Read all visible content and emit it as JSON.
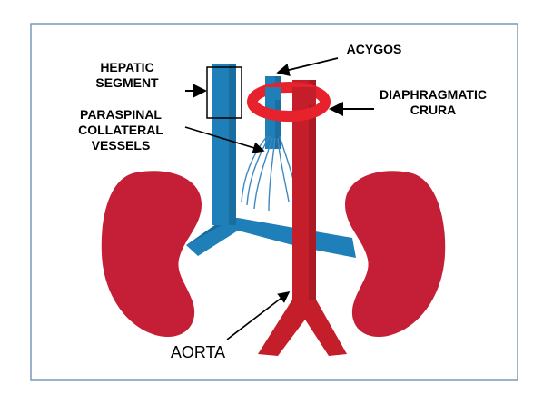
{
  "diagram": {
    "labels": {
      "hepatic_segment": [
        "HEPATIC",
        "SEGMENT"
      ],
      "paraspinal_collateral_vessels": [
        "PARASPINAL",
        "COLLATERAL",
        "VESSELS"
      ],
      "acygos": "ACYGOS",
      "diaphragmatic_crura": [
        "DIAPHRAGMATIC",
        "CRURA"
      ],
      "aorta": "AORTA"
    },
    "colors": {
      "kidney": "#c41f36",
      "kidney_shadow": "#8a1524",
      "aorta": "#c41e2a",
      "aorta_dark": "#8e141c",
      "vein": "#1f7fb8",
      "vein_dark": "#165e8a",
      "crura": "#e8222c",
      "frame_border": "#7a9ab8",
      "collaterals": "#3f88c0"
    }
  }
}
